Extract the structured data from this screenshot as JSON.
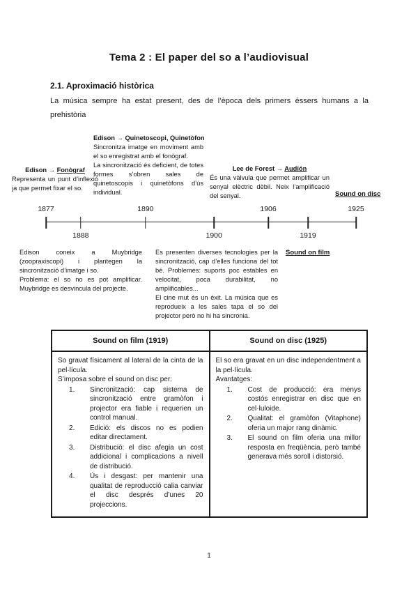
{
  "colors": {
    "text": "#161616",
    "background": "#ffffff"
  },
  "document": {
    "title": "Tema 2 : El paper del so a l’audiovisual",
    "section_heading": "2.1. Aproximació històrica",
    "intro": "La música sempre ha estat present, des de l’època dels primers éssers humans a la prehistòria",
    "page_number": "1"
  },
  "timeline": {
    "ticks": [
      {
        "year": "1877",
        "side": "above",
        "pos": 0
      },
      {
        "year": "1888",
        "side": "below",
        "pos": 11.2
      },
      {
        "year": "1890",
        "side": "above",
        "pos": 32.1
      },
      {
        "year": "1900",
        "side": "below",
        "pos": 54.2
      },
      {
        "year": "1906",
        "side": "above",
        "pos": 71.7
      },
      {
        "year": "1919",
        "side": "below",
        "pos": 84.5
      },
      {
        "year": "1925",
        "side": "above",
        "pos": 100
      }
    ],
    "sound_on_disc_label": "Sound on disc",
    "sound_on_film_label": "Sound on film",
    "notes": {
      "quinetoscopi": {
        "title": "Edison → Quinetoscopi, Quinetòfon",
        "body": "Sincronitza imatge en moviment amb el so enregistrat amb el fonògraf.\nLa sincronització és deficient, de totes formes s’obren sales de quinetoscopis i quinetòfons d’ús individual."
      },
      "fonograf": {
        "title_prefix": "Edison → ",
        "title_term": "Fonògraf",
        "body": "Representa un punt d’inflexió ja que permet fixar el so."
      },
      "audion": {
        "title_prefix": "Lee de Forest → ",
        "title_term": "Audión",
        "body": "És una vàlvula que permet amplificar un senyal elèctric dèbil. Neix l’amplificació del senyal."
      },
      "muybridge": {
        "body": "Edison coneix a Muybridge (zoopraxiscopi) i plantegen la sincronització d’imatge i so.\nProblema: el so no es pot amplificar. Muybridge es desvincula del projecte."
      },
      "tecnologies": {
        "body": "Es presenten diverses tecnologies per la sincronització, cap d’elles funciona del tot bé. Problemes: suports poc estables en velocitat, poca durabilitat, no amplificables...\nEl cine mut és un èxit. La música que es reprodueix a les sales tapa el so del projector però no hi ha sincronia."
      }
    }
  },
  "comparison_table": {
    "headers": [
      "Sound on film (1919)",
      "Sound on disc (1925)"
    ],
    "film": {
      "lead": "So gravat físicament al lateral de la cinta de la pel·lícula.",
      "list_intro": "S’imposa sobre el sound on disc per:",
      "items": [
        "Sincronització: cap sistema de sincronització entre gramòfon i projector era fiable i requerien un control manual.",
        "Edició: els discos no es podien editar directament.",
        "Distribució: el disc afegia un cost addicional i complicacions a nivell de distribució.",
        "Ús i desgast: per mantenir una qualitat de reproducció calia canviar el disc després d’unes 20 projeccions."
      ]
    },
    "disc": {
      "lead": "El so era gravat en un disc independentment a la pel·lícula.",
      "list_intro": "Avantatges:",
      "items": [
        "Cost de producció: era menys costós enregistrar en disc que en cel·luloide.",
        "Qualitat: el gramòfon (Vitaphone) oferia un major rang dinàmic.",
        "El sound on film oferia una millor resposta en freqüència, però també generava més soroll i distorsió."
      ]
    }
  }
}
